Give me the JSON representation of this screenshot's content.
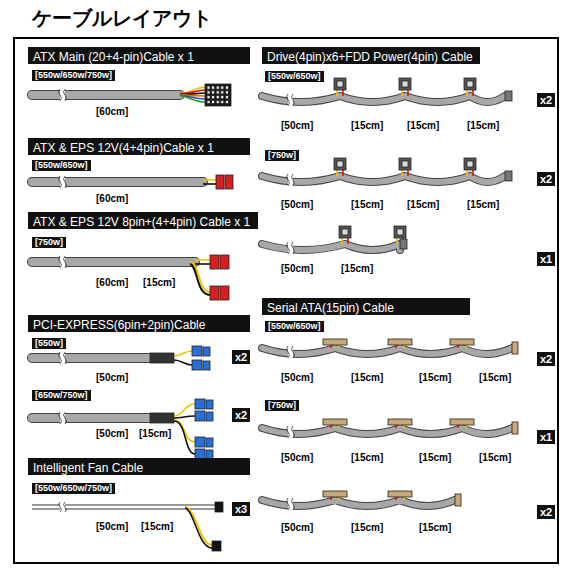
{
  "diagram": {
    "title": "ケーブルレイアウト",
    "nodes": [
      {
        "text": [
          "ATX Main (20+4-pin)Cable x 1"
        ]
      },
      {
        "text": [
          "ATX & EPS 12V(4+4pin)Cable x 1"
        ]
      },
      {
        "text": [
          "ATX & EPS 12V 8pin+(4+4pin) Cable x 1"
        ]
      },
      {
        "text": [
          "PCI-EXPRESS(6pin+2pin)Cable"
        ]
      },
      {
        "text": [
          "Intelligent Fan Cable"
        ]
      },
      {
        "text": [
          "Drive(4pin)x6+FDD Power(4pin) Cable"
        ]
      },
      {
        "text": [
          "Serial ATA(15pin) Cable"
        ]
      }
    ],
    "labels": [
      "[550w/650w/750w]",
      "[60cm]",
      "[550w/650w]",
      "[60cm]",
      "[750w]",
      "[60cm]",
      "[15cm]",
      "[550w]",
      "[50cm]",
      "x2",
      "[650w/750w]",
      "[50cm]",
      "[15cm]",
      "x2",
      "[550w/650w/750w]",
      "[50cm]",
      "[15cm]",
      "x3",
      "[550w/650w]",
      "[50cm]",
      "[15cm]",
      "[15cm]",
      "[15cm]",
      "x2",
      "[750w]",
      "[50cm]",
      "[15cm]",
      "[15cm]",
      "[15cm]",
      "x2",
      "[50cm]",
      "[15cm]",
      "x1",
      "[550w/650w]",
      "[50cm]",
      "[15cm]",
      "[15cm]",
      "[15cm]",
      "x2",
      "[750w]",
      "[50cm]",
      "[15cm]",
      "[15cm]",
      "[15cm]",
      "x1",
      "[50cm]",
      "[15cm]",
      "[15cm]",
      "x2"
    ]
  }
}
